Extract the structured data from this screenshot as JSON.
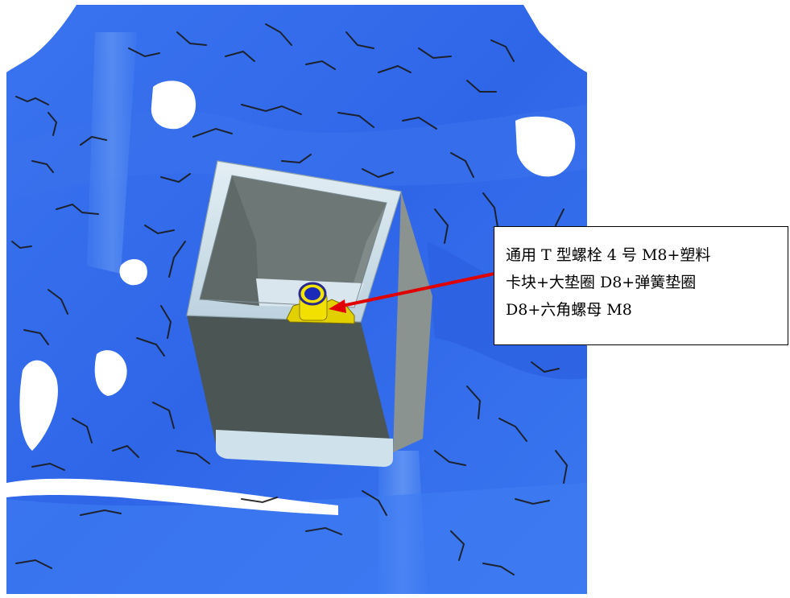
{
  "callout": {
    "line1": "通用 T 型螺栓 4 号 M8+塑料",
    "line2": "卡块+大垫圈 D8+弹簧垫圈",
    "line3": "D8+六角螺母 M8"
  },
  "colors": {
    "surface_blue": "#2f66e8",
    "surface_light": "#4a86f2",
    "crack_lines": "#1a1a1a",
    "box_rim": "#d4e6f0",
    "box_inner": "#6d7775",
    "box_outer": "#4b5553",
    "bolt_yellow": "#f2e000",
    "arrow_red": "#e10000"
  }
}
